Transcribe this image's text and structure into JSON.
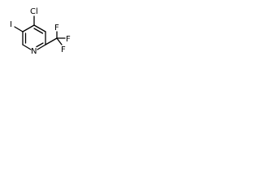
{
  "molecule": {
    "atoms": {
      "chlorine": "Cl",
      "iodine": "I",
      "nitrogen": "N",
      "fluorine_top": "F",
      "fluorine_right": "F",
      "fluorine_bottom": "F"
    }
  },
  "colors": {
    "bond": "#000000",
    "label": "#000000",
    "background": "#ffffff"
  }
}
